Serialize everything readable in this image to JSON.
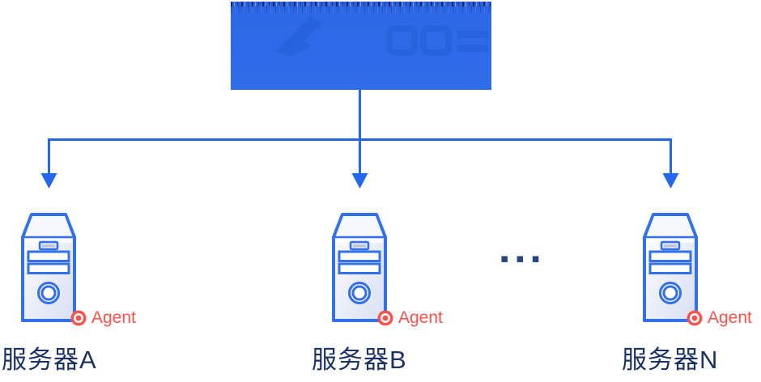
{
  "topology": {
    "panel": {
      "fill_color": "#2c69e6",
      "has_visible_text": false
    },
    "connector_color": "#2468ea",
    "ellipsis": "▪▪▪",
    "servers": [
      {
        "label": "服务器A",
        "agent_label": "Agent"
      },
      {
        "label": "服务器B",
        "agent_label": "Agent"
      },
      {
        "label": "服务器N",
        "agent_label": "Agent"
      }
    ],
    "colors": {
      "server_outline": "#3570eb",
      "server_body_light": "#ffffff",
      "server_body_shade": "#d9e0f4",
      "label_navy": "#1c3263",
      "agent_red": "#f8544d",
      "dots_navy": "#26457f"
    }
  }
}
